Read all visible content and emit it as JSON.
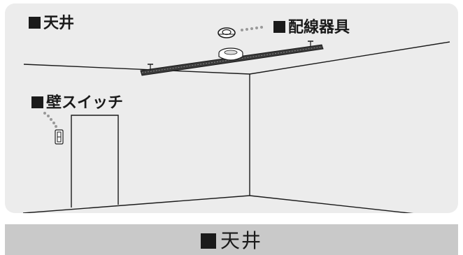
{
  "labels": {
    "ceiling": "天井",
    "wiring_device": "配線器具",
    "wall_switch": "壁スイッチ"
  },
  "footer": {
    "title": "天井"
  },
  "icons": [
    "square-bullet-icon",
    "ceiling-rosette-icon",
    "ceiling-rail-icon",
    "wall-switch-icon",
    "door-icon"
  ],
  "colors": {
    "panel_bg": "#ececec",
    "footer_bg": "#c9c9c9",
    "line": "#1a1a1a",
    "dots": "#999999"
  }
}
